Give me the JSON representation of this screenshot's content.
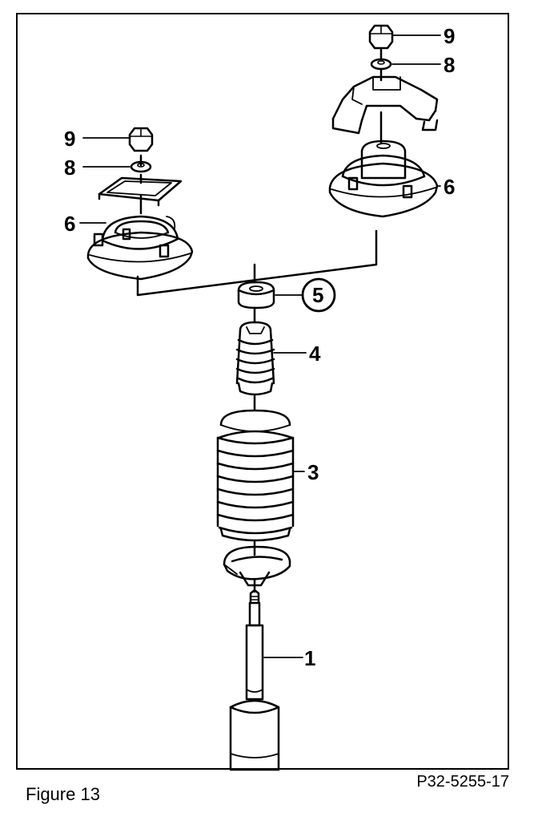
{
  "caption": "Figure 13",
  "drawing_code": "P32-5255-17",
  "callouts": {
    "c1": "1",
    "c3": "3",
    "c4": "4",
    "c5": "5",
    "c6_left": "6",
    "c6_right": "6",
    "c8_left": "8",
    "c8_right": "8",
    "c9_left": "9",
    "c9_right": "9"
  },
  "colors": {
    "ink": "#000000",
    "paper": "#ffffff"
  }
}
